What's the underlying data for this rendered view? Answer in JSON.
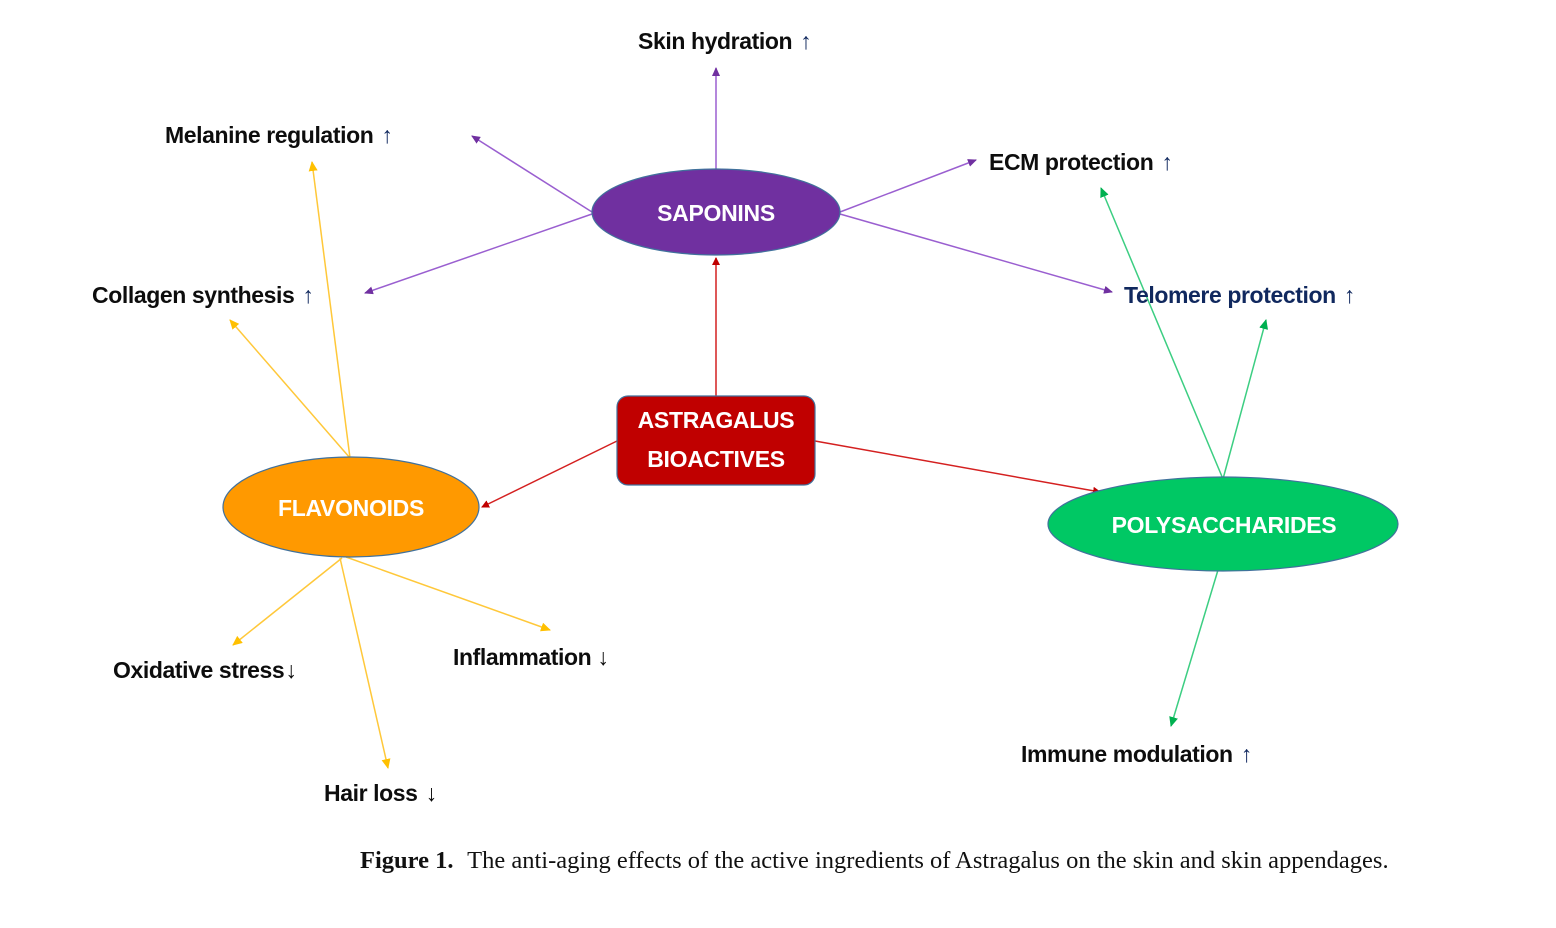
{
  "figure": {
    "center_node": {
      "line1": "ASTRAGALUS",
      "line2": "BIOACTIVES",
      "color": "#c00000"
    },
    "categories": [
      {
        "id": "saponins",
        "label": "SAPONINS",
        "color": "#7030a0",
        "arrow_color": "#8a4bc6"
      },
      {
        "id": "flavonoids",
        "label": "FLAVONOIDS",
        "color": "#ff9900",
        "arrow_color": "#ffc000"
      },
      {
        "id": "polysaccharides",
        "label": "POLYSACCHARIDES",
        "color": "#00c864",
        "arrow_color": "#22c36a"
      }
    ],
    "effects": [
      {
        "label": "Skin hydration",
        "direction": "↑",
        "source": "saponins"
      },
      {
        "label": "Melanine regulation",
        "direction": "↑",
        "source": "saponins, flavonoids"
      },
      {
        "label": "ECM protection",
        "direction": "↑",
        "source": "saponins, polysaccharides"
      },
      {
        "label": "Collagen synthesis",
        "direction": "↑",
        "source": "saponins, flavonoids"
      },
      {
        "label": "Telomere protection",
        "direction": "↑",
        "source": "saponins, polysaccharides"
      },
      {
        "label": "Oxidative stress",
        "direction": "↓",
        "source": "flavonoids"
      },
      {
        "label": "Inflammation",
        "direction": "↓",
        "source": "flavonoids"
      },
      {
        "label": "Hair loss",
        "direction": "↓",
        "source": "flavonoids"
      },
      {
        "label": "Immune modulation",
        "direction": "↑",
        "source": "polysaccharides"
      }
    ]
  },
  "caption": {
    "figure_number": "Figure 1.",
    "text": "The anti-aging effects of the active ingredients of Astragalus on the skin and skin appendages."
  }
}
